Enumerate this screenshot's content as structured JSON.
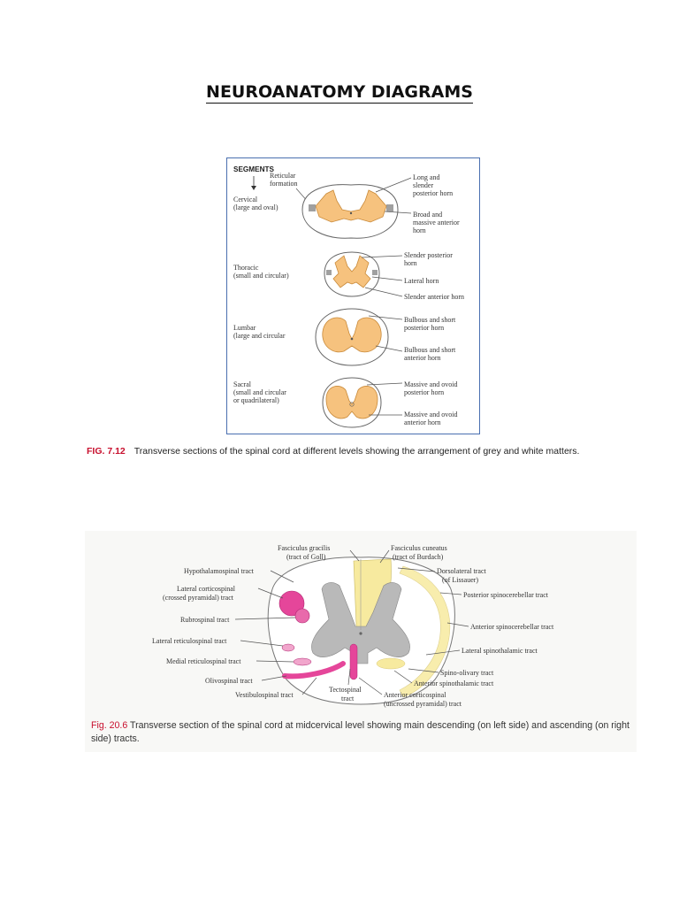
{
  "page": {
    "title": "NEUROANATOMY DIAGRAMS"
  },
  "figure1": {
    "caption_number": "FIG. 7.12",
    "caption_text": "Transverse sections of the spinal cord at different levels showing the arrangement of grey and white matters.",
    "segments_heading": "SEGMENTS",
    "reticular_label": "Reticular formation",
    "reticular_line1": "Reticular",
    "reticular_line2": "formation",
    "segments": [
      {
        "name_line1": "Cervical",
        "name_line2": "(large and oval)",
        "name_line3": "",
        "labels": [
          "Long and",
          "slender",
          "posterior horn",
          "Broad and",
          "massive anterior",
          "horn"
        ]
      },
      {
        "name_line1": "Thoracic",
        "name_line2": "(small and circular)",
        "name_line3": "",
        "labels": [
          "Slender posterior",
          "horn",
          "Lateral horn",
          "Slender anterior horn"
        ]
      },
      {
        "name_line1": "Lumbar",
        "name_line2": "(large and circular",
        "name_line3": "",
        "labels": [
          "Bulbous and short",
          "posterior horn",
          "Bulbous and short",
          "anterior horn"
        ]
      },
      {
        "name_line1": "Sacral",
        "name_line2": "(small and circular",
        "name_line3": "or quadrilateral)",
        "labels": [
          "Massive and ovoid",
          "posterior horn",
          "Massive and ovoid",
          "anterior horn"
        ]
      }
    ],
    "colors": {
      "grey_matter": "#f6c27e",
      "border": "#4a6fb0"
    }
  },
  "figure2": {
    "caption_number": "Fig. 20.6",
    "caption_text": "Transverse section of the spinal cord at midcervical level showing main descending (on left side) and ascending (on right side) tracts.",
    "left_labels": [
      "Hypothalamospinal tract",
      "Lateral corticospinal",
      "(crossed pyramidal) tract",
      "Rubrospinal tract",
      "Lateral reticulospinal tract",
      "Medial reticulospinal tract",
      "Olivospinal tract",
      "Vestibulospinal tract"
    ],
    "top_labels": [
      "Fasciculus gracilis",
      "(tract of Goll)",
      "Fasciculus cuneatus",
      "(tract of Burdach)"
    ],
    "right_labels": [
      "Dorsolateral tract",
      "(of Lissauer)",
      "Posterior spinocerebellar tract",
      "Anterior spinocerebellar tract",
      "Lateral spinothalamic tract",
      "Spino-olivary tract",
      "Anterior spinothalamic tract",
      "Anterior corticospinal",
      "(uncrossed pyramidal) tract"
    ],
    "bottom_labels": [
      "Tectospinal",
      "tract"
    ],
    "colors": {
      "descending": "#e5469a",
      "ascending": "#f7ea9f",
      "grey_matter": "#b9b9b9"
    }
  }
}
